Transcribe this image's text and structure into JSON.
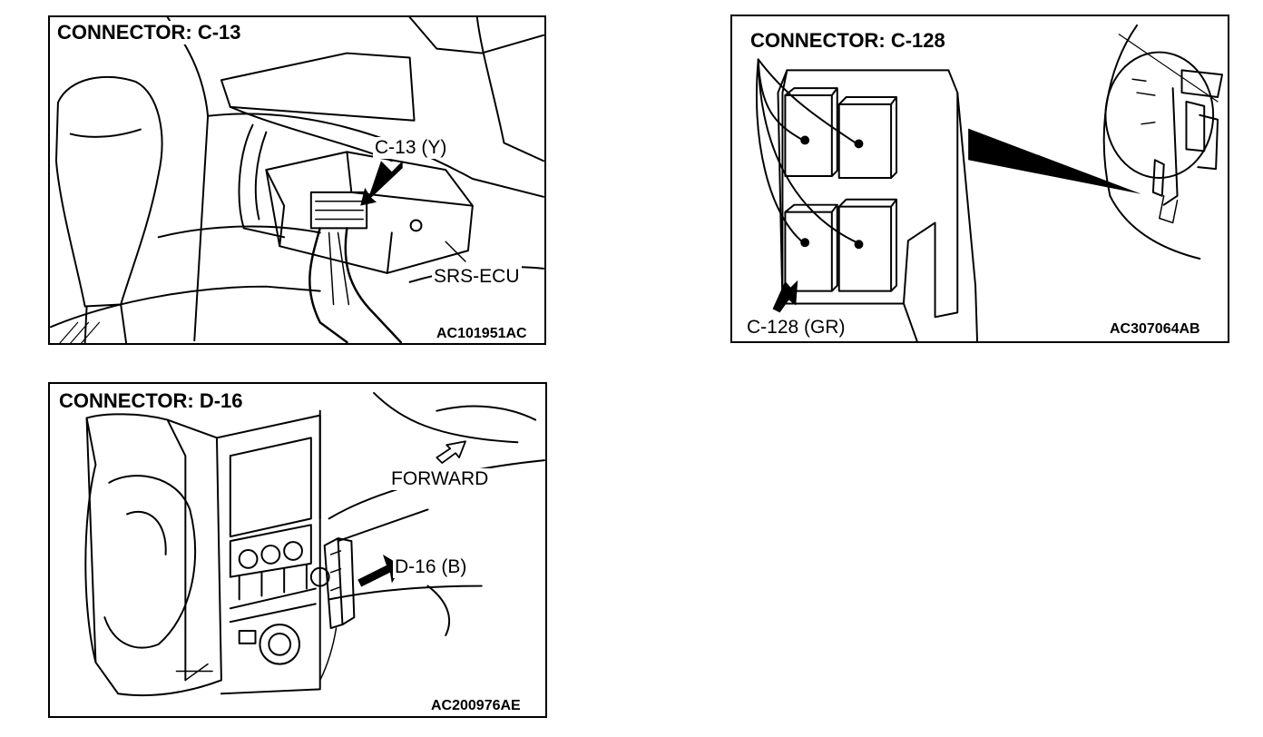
{
  "panels": [
    {
      "title": "CONNECTOR: C-13",
      "labels": [
        "C-13 (Y)",
        "SRS-ECU"
      ],
      "figure_id": "AC101951AC"
    },
    {
      "title": "CONNECTOR: C-128",
      "labels": [
        "C-128 (GR)"
      ],
      "figure_id": "AC307064AB"
    },
    {
      "title": "CONNECTOR: D-16",
      "labels": [
        "FORWARD",
        "D-16 (B)"
      ],
      "figure_id": "AC200976AE"
    }
  ]
}
